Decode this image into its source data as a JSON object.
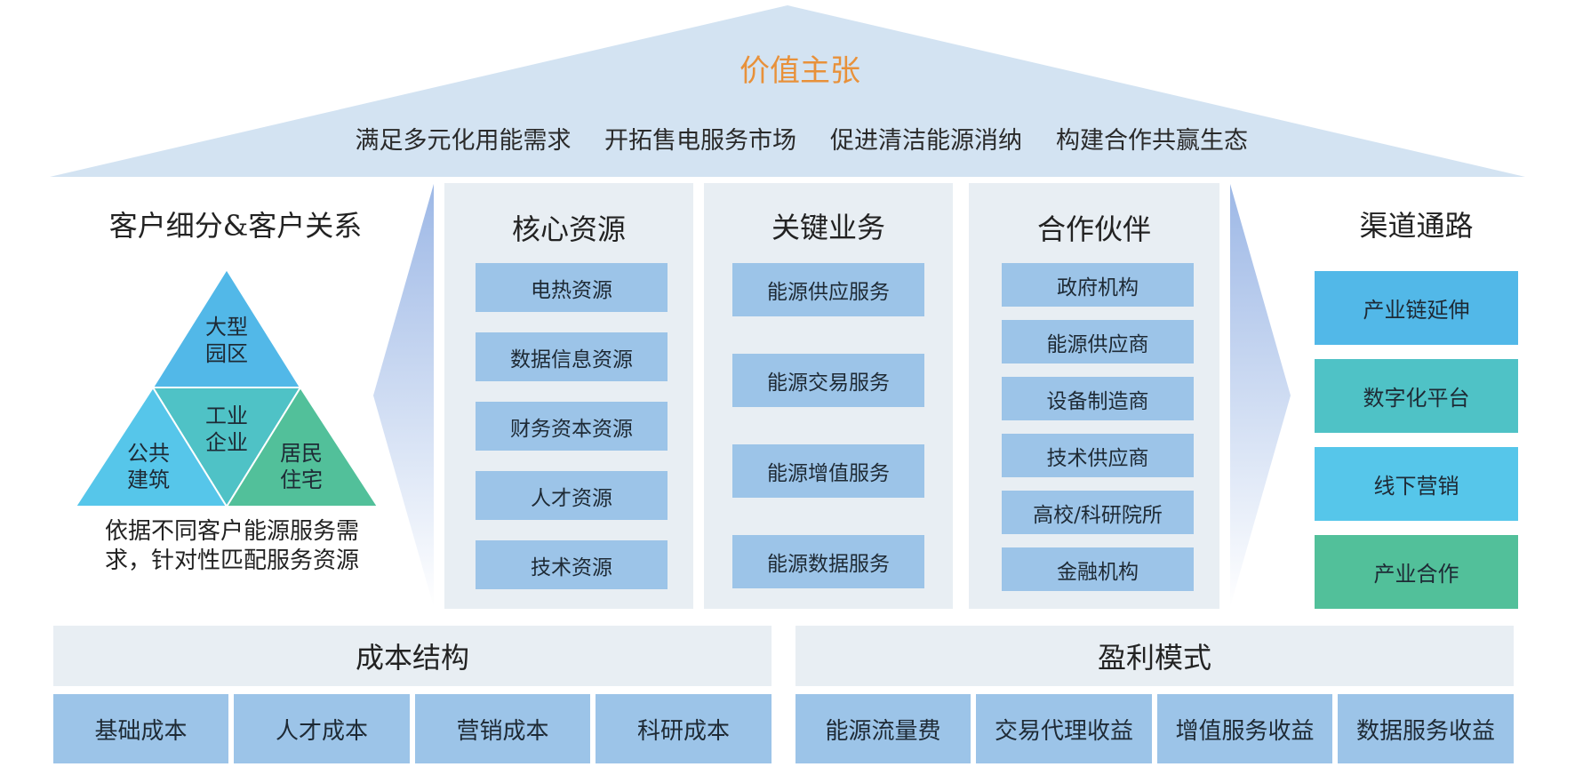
{
  "roof": {
    "title": "价值主张",
    "propositions": [
      "满足多元化用能需求",
      "开拓售电服务市场",
      "促进清洁能源消纳",
      "构建合作共赢生态"
    ]
  },
  "segments": {
    "title": "客户细分&客户关系",
    "triangle": {
      "top": "大型\n园区",
      "center": "工业\n企业",
      "left": "公共\n建筑",
      "right": "居民\n住宅"
    },
    "description": "依据不同客户能源服务需求，针对性匹配服务资源"
  },
  "columns": [
    {
      "title": "核心资源",
      "items": [
        "电热资源",
        "数据信息资源",
        "财务资本资源",
        "人才资源",
        "技术资源"
      ]
    },
    {
      "title": "关键业务",
      "items": [
        "能源供应服务",
        "能源交易服务",
        "能源增值服务",
        "能源数据服务"
      ]
    },
    {
      "title": "合作伙伴",
      "items": [
        "政府机构",
        "能源供应商",
        "设备制造商",
        "技术供应商",
        "高校/科研院所",
        "金融机构"
      ]
    }
  ],
  "channels": {
    "title": "渠道通路",
    "items": [
      {
        "label": "产业链延伸",
        "color": "#52b8e8"
      },
      {
        "label": "数字化平台",
        "color": "#4fc2c6"
      },
      {
        "label": "线下营销",
        "color": "#56c6ea"
      },
      {
        "label": "产业合作",
        "color": "#52c09a"
      }
    ]
  },
  "cost": {
    "title": "成本结构",
    "items": [
      "基础成本",
      "人才成本",
      "营销成本",
      "科研成本"
    ]
  },
  "revenue": {
    "title": "盈利模式",
    "items": [
      "能源流量费",
      "交易代理收益",
      "增值服务收益",
      "数据服务收益"
    ]
  },
  "colors": {
    "roof": "#d3e3f2",
    "accent_title": "#e8913a",
    "panel": "#e8eef3",
    "box": "#9cc4e8",
    "tri_top": "#52b8e8",
    "tri_center": "#4fc2c6",
    "tri_left": "#56c6ea",
    "tri_right": "#52c09a"
  }
}
